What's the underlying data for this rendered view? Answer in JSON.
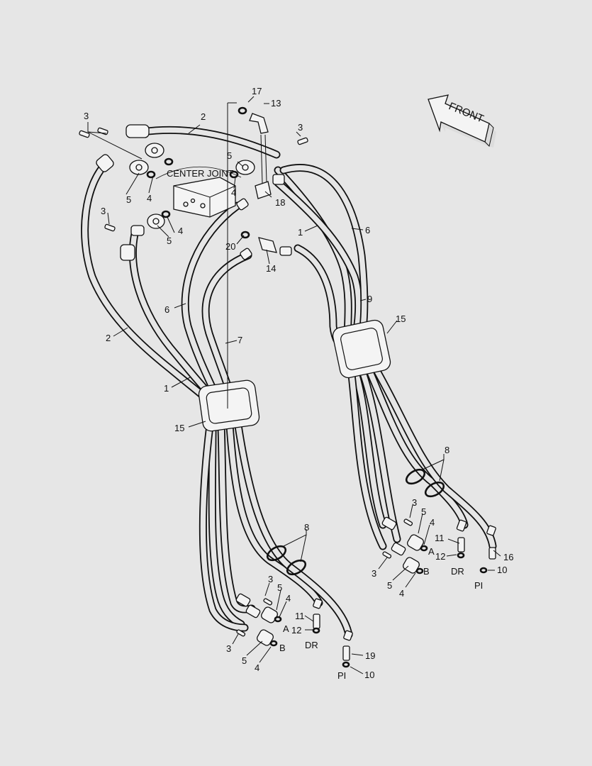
{
  "diagram": {
    "block_label": "CENTER JOINT",
    "arrow_label": "FRONT",
    "callouts": [
      {
        "id": "c17",
        "text": "17"
      },
      {
        "id": "c13",
        "text": "13"
      },
      {
        "id": "c2a",
        "text": "2"
      },
      {
        "id": "c3a",
        "text": "3"
      },
      {
        "id": "c3b",
        "text": "3"
      },
      {
        "id": "c5a",
        "text": "5"
      },
      {
        "id": "c4a",
        "text": "4"
      },
      {
        "id": "c5b",
        "text": "5"
      },
      {
        "id": "c4b",
        "text": "4"
      },
      {
        "id": "c18",
        "text": "18"
      },
      {
        "id": "c3c",
        "text": "3"
      },
      {
        "id": "c4c",
        "text": "4"
      },
      {
        "id": "c5c",
        "text": "5"
      },
      {
        "id": "c1a",
        "text": "1"
      },
      {
        "id": "c6a",
        "text": "6"
      },
      {
        "id": "c20",
        "text": "20"
      },
      {
        "id": "c14",
        "text": "14"
      },
      {
        "id": "c9",
        "text": "9"
      },
      {
        "id": "c6b",
        "text": "6"
      },
      {
        "id": "c15a",
        "text": "15"
      },
      {
        "id": "c2b",
        "text": "2"
      },
      {
        "id": "c7",
        "text": "7"
      },
      {
        "id": "c1b",
        "text": "1"
      },
      {
        "id": "c15b",
        "text": "15"
      },
      {
        "id": "c8a",
        "text": "8"
      },
      {
        "id": "c3d",
        "text": "3"
      },
      {
        "id": "c5d",
        "text": "5"
      },
      {
        "id": "c4d",
        "text": "4"
      },
      {
        "id": "cA1",
        "text": "A"
      },
      {
        "id": "c11a",
        "text": "11"
      },
      {
        "id": "c12a",
        "text": "12"
      },
      {
        "id": "cDR1",
        "text": "DR"
      },
      {
        "id": "c16",
        "text": "16"
      },
      {
        "id": "c3e",
        "text": "3"
      },
      {
        "id": "cB1",
        "text": "B"
      },
      {
        "id": "c5e",
        "text": "5"
      },
      {
        "id": "c4e",
        "text": "4"
      },
      {
        "id": "c10a",
        "text": "10"
      },
      {
        "id": "cPI1",
        "text": "PI"
      },
      {
        "id": "c8b",
        "text": "8"
      },
      {
        "id": "c3f",
        "text": "3"
      },
      {
        "id": "c5f",
        "text": "5"
      },
      {
        "id": "c4f",
        "text": "4"
      },
      {
        "id": "cA2",
        "text": "A"
      },
      {
        "id": "c11b",
        "text": "11"
      },
      {
        "id": "c12b",
        "text": "12"
      },
      {
        "id": "cDR2",
        "text": "DR"
      },
      {
        "id": "c3g",
        "text": "3"
      },
      {
        "id": "cB2",
        "text": "B"
      },
      {
        "id": "c5g",
        "text": "5"
      },
      {
        "id": "c4g",
        "text": "4"
      },
      {
        "id": "c19",
        "text": "19"
      },
      {
        "id": "cPI2",
        "text": "PI"
      },
      {
        "id": "c10b",
        "text": "10"
      }
    ]
  }
}
